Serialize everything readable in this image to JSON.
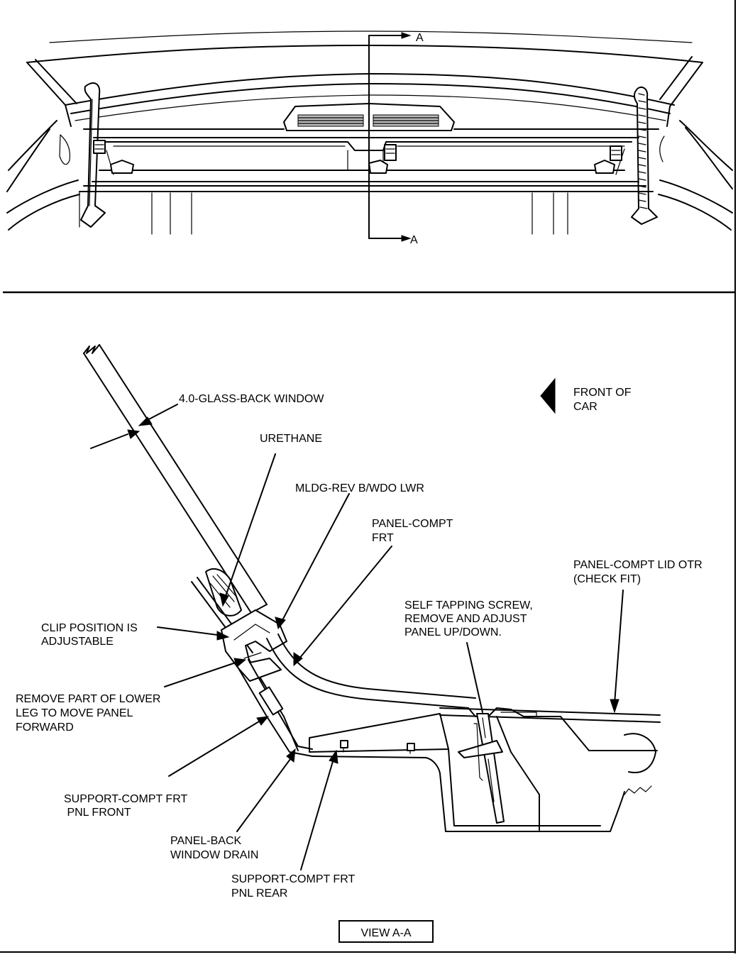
{
  "section_marks": {
    "top": "A",
    "bottom": "A"
  },
  "callouts": {
    "glass": "4.0-GLASS-BACK WINDOW",
    "urethane": "URETHANE",
    "mldg": "MLDG-REV B/WDO LWR",
    "panel_compt_frt": [
      "PANEL-COMPT",
      "FRT"
    ],
    "lid_otr": [
      "PANEL-COMPT LID OTR",
      "(CHECK FIT)"
    ],
    "screw": [
      "SELF TAPPING SCREW,",
      "REMOVE AND ADJUST",
      "PANEL UP/DOWN."
    ],
    "clip": [
      "CLIP POSITION IS",
      "ADJUSTABLE"
    ],
    "remove_leg": [
      "REMOVE PART OF LOWER",
      "LEG TO MOVE PANEL",
      "FORWARD"
    ],
    "support_front": [
      "SUPPORT-COMPT FRT",
      " PNL FRONT"
    ],
    "drain": [
      "PANEL-BACK",
      "WINDOW DRAIN"
    ],
    "support_rear": [
      "SUPPORT-COMPT FRT",
      "PNL REAR"
    ],
    "front_of_car": [
      "FRONT OF",
      "CAR"
    ]
  },
  "view_label": "VIEW A-A",
  "icons": {
    "front_arrow": "arrow-left-icon"
  },
  "colors": {
    "line": "#000000",
    "background": "#ffffff"
  }
}
